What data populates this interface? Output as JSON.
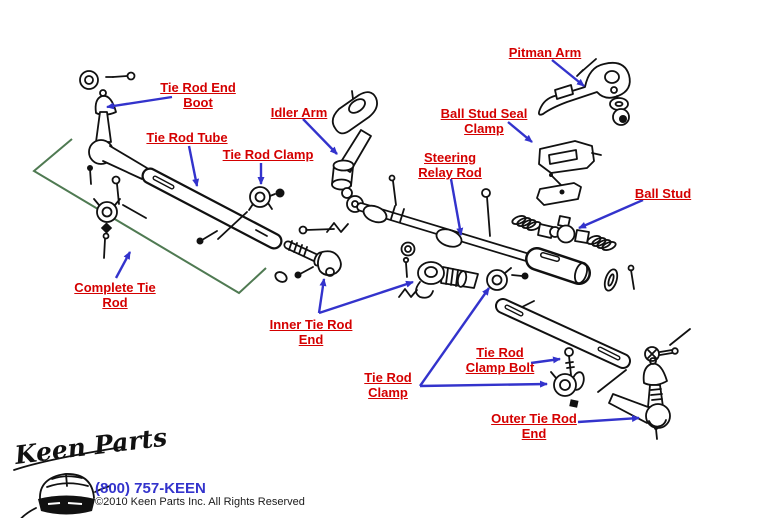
{
  "labels": {
    "tie_rod_end_boot": {
      "line1": "Tie Rod End",
      "line2": "Boot"
    },
    "tie_rod_tube": {
      "line1": "Tie Rod Tube"
    },
    "tie_rod_clamp_upper": {
      "line1": "Tie Rod Clamp"
    },
    "idler_arm": {
      "line1": "Idler Arm"
    },
    "pitman_arm": {
      "line1": "Pitman Arm"
    },
    "ball_stud_seal_clamp": {
      "line1": "Ball Stud Seal",
      "line2": "Clamp"
    },
    "steering_relay_rod": {
      "line1": "Steering",
      "line2": "Relay Rod"
    },
    "ball_stud": {
      "line1": "Ball Stud"
    },
    "complete_tie_rod": {
      "line1": "Complete Tie",
      "line2": "Rod"
    },
    "inner_tie_rod_end": {
      "line1": "Inner Tie Rod",
      "line2": "End"
    },
    "tie_rod_clamp_lower": {
      "line1": "Tie Rod",
      "line2": "Clamp"
    },
    "tie_rod_clamp_bolt": {
      "line1": "Tie Rod",
      "line2": "Clamp Bolt"
    },
    "outer_tie_rod_end": {
      "line1": "Outer Tie Rod",
      "line2": "End"
    }
  },
  "footer": {
    "logo_text": "Keen Parts",
    "phone": "(800) 757-KEEN",
    "copyright": "©2010 Keen Parts Inc. All Rights Reserved"
  },
  "colors": {
    "label_red": "#d40000",
    "arrow_blue": "#3333cc",
    "bracket_green": "#4f7a52",
    "diagram_ink": "#111111",
    "copyright_black": "#1a1a1a"
  }
}
